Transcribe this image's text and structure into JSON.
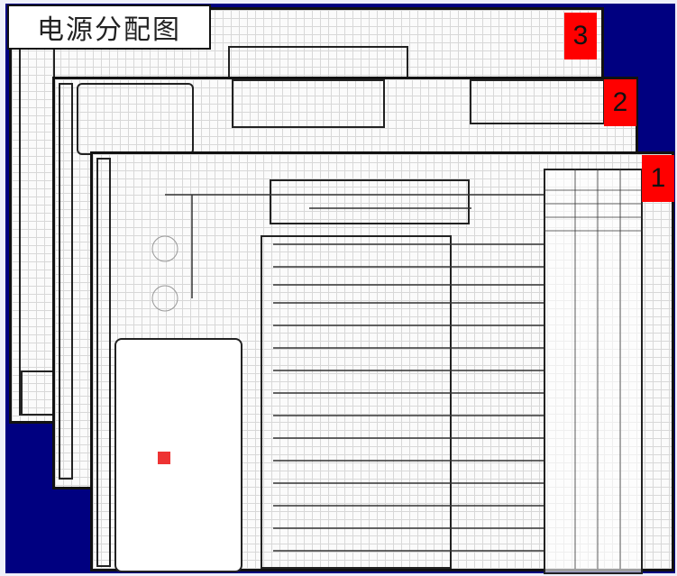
{
  "slide": {
    "title": "电源分配图",
    "background_color": "#000080",
    "tab_color": "#ff0000"
  },
  "sheets": [
    {
      "id": "sheet-3",
      "tab_label": "3"
    },
    {
      "id": "sheet-2",
      "tab_label": "2"
    },
    {
      "id": "sheet-1",
      "tab_label": "1"
    }
  ]
}
